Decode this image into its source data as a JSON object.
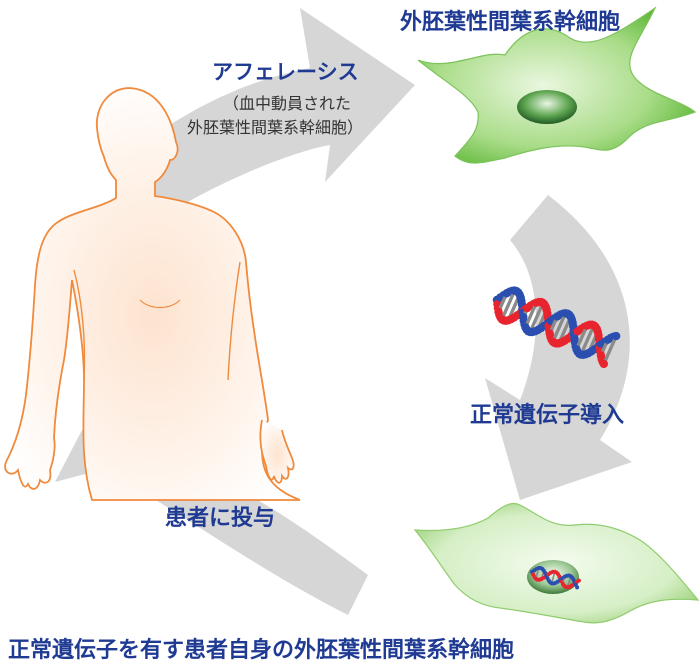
{
  "labels": {
    "top_cell": "外胚葉性間葉系幹細胞",
    "apheresis": "アフェレーシス",
    "apheresis_sub_line1": "（血中動員された",
    "apheresis_sub_line2": "外胚葉性間葉系幹細胞）",
    "gene_transfer": "正常遺伝子導入",
    "administration": "患者に投与",
    "bottom_cell": "正常遺伝子を有す患者自身の外胚葉性間葉系幹細胞"
  },
  "colors": {
    "arrow": "#d6d6d6",
    "label_blue": "#1f3a93",
    "body_outline": "#f08a3c",
    "cell_green": "#6cc24a",
    "dna_red": "#e8242e",
    "dna_blue": "#2b4fb0"
  }
}
